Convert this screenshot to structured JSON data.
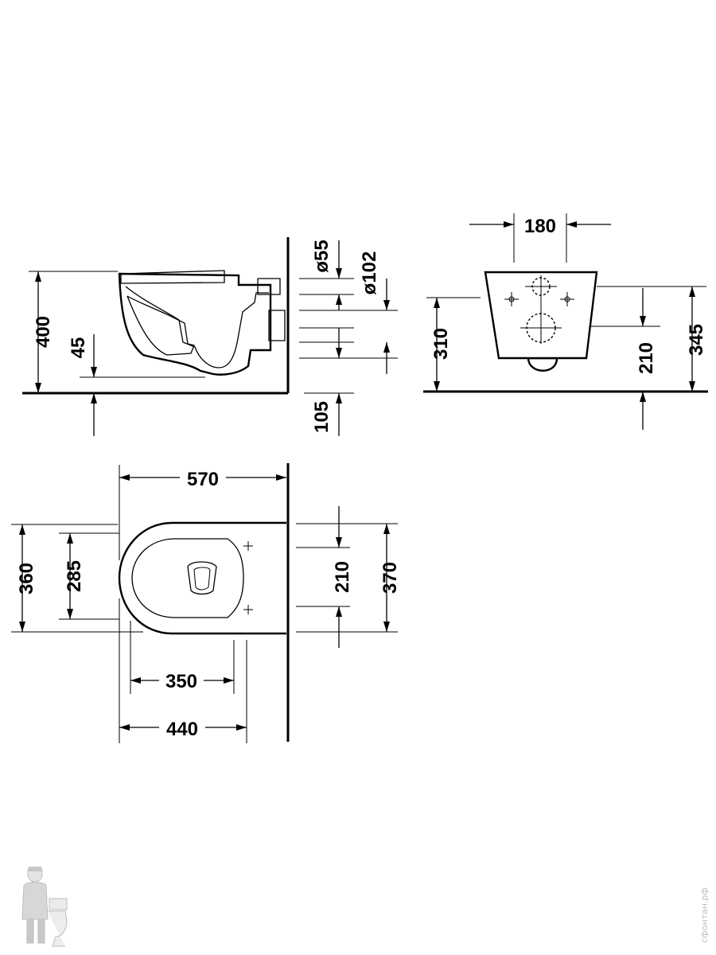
{
  "side_view": {
    "dim_height": "400",
    "dim_rim_above_floor": "45",
    "dim_pipe_55": "ø55",
    "dim_pipe_102": "ø102",
    "dim_outlet_height": "105"
  },
  "rear_view": {
    "dim_bolt_spacing": "180",
    "dim_bottom_to_floor": "310",
    "dim_lower_bolt": "210",
    "dim_top_bolt": "345"
  },
  "top_view": {
    "dim_length": "570",
    "dim_outer_width": "360",
    "dim_inner_width": "285",
    "dim_bolt_spacing": "210",
    "dim_total_width": "370",
    "dim_inner_depth": "350",
    "dim_bowl_depth": "440"
  },
  "watermark": "сфонтан.рф",
  "colors": {
    "line": "#000000",
    "background": "#ffffff",
    "watermark": "#bdbdbd"
  },
  "icons": {
    "logo": "plumber-mascot-icon"
  }
}
